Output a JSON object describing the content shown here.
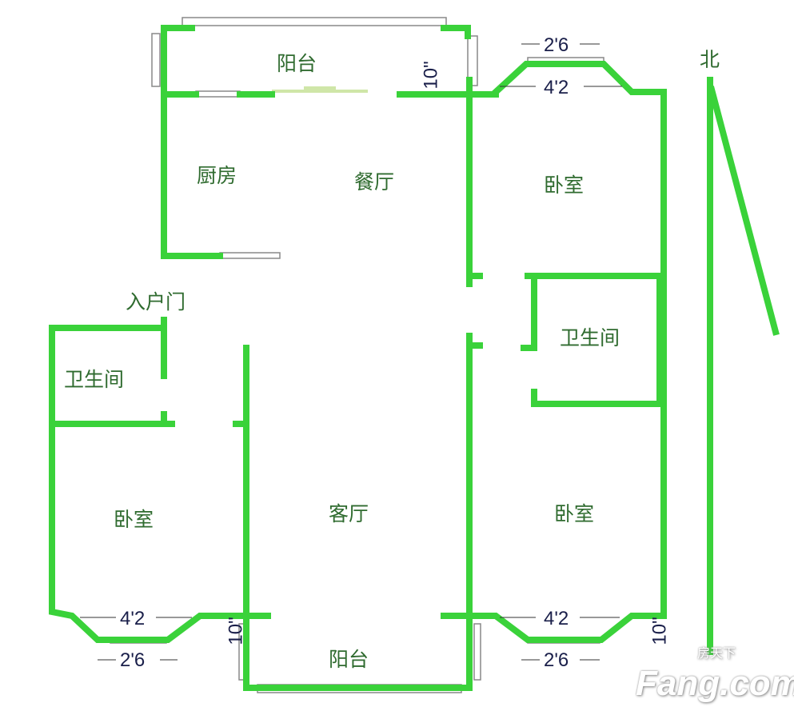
{
  "rooms": {
    "balcony_top": "阳台",
    "kitchen": "厨房",
    "dining": "餐厅",
    "bedroom_ne": "卧室",
    "entry_door": "入户门",
    "bathroom_w": "卫生间",
    "bathroom_e": "卫生间",
    "bedroom_sw": "卧室",
    "living": "客厅",
    "bedroom_se": "卧室",
    "balcony_bottom": "阳台"
  },
  "dimensions": {
    "ne_window_outer": "2'6",
    "ne_window_inner": "4'2",
    "ne_depth": "10\"",
    "sw_window_inner": "4'2",
    "sw_window_outer": "2'6",
    "sw_depth": "10\"",
    "se_window_inner": "4'2",
    "se_window_outer": "2'6",
    "se_depth": "10\""
  },
  "compass": {
    "label": "北"
  },
  "watermark": {
    "brand": "Fang.com",
    "sub": "房天下"
  },
  "colors": {
    "wall": "#3ad23a",
    "text": "#2f6b2f",
    "dim": "#1a1f4a"
  }
}
